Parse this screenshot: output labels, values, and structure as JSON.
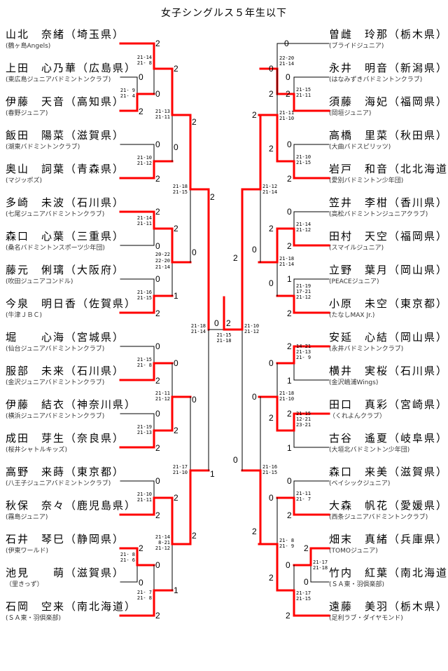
{
  "title": "女子シングルス５年生以下",
  "colors": {
    "winner_line": "#ff0000",
    "line": "#000000"
  },
  "left_players": [
    {
      "name": "山北　奈緒",
      "pref": "（埼玉県）",
      "club": "(鶴ヶ島Angels)"
    },
    {
      "name": "上田　心乃華",
      "pref": "（広島県）",
      "club": "(東広島ジュニアバドミントンクラブ)"
    },
    {
      "name": "伊藤　天音",
      "pref": "（高知県）",
      "club": "(春野ジュニア)"
    },
    {
      "name": "飯田　陽菜",
      "pref": "（滋賀県）",
      "club": "(湖東バドミントンクラブ)"
    },
    {
      "name": "奥山　詞葉",
      "pref": "（青森県）",
      "club": "(マジッポズ)"
    },
    {
      "name": "多崎　未波",
      "pref": "（石川県）",
      "club": "(七尾ジュニアバドミントンクラブ)"
    },
    {
      "name": "森口　心葉",
      "pref": "（三重県）",
      "club": "(桑名バドミントンスポーツ少年団)"
    },
    {
      "name": "藤元　俐璃",
      "pref": "（大阪府）",
      "club": "(吹田ジュニアコンドル)"
    },
    {
      "name": "今泉　明日香",
      "pref": "（佐賀県）",
      "club": "(牛津ＪＢＣ)"
    },
    {
      "name": "堀　　心海",
      "pref": "（宮城県）",
      "club": "(仙台ジュニアバドミントンクラブ)"
    },
    {
      "name": "服部　未来",
      "pref": "（石川県）",
      "club": "(金沢ジュニアバドミントンクラブ)"
    },
    {
      "name": "伊藤　結衣",
      "pref": "（神奈川県）",
      "club": "(横浜ジュニアバドミントンクラブ)"
    },
    {
      "name": "成田　芽生",
      "pref": "（奈良県）",
      "club": "(桜井シャトルキッズ)"
    },
    {
      "name": "高野　来蒔",
      "pref": "（東京都）",
      "club": "(八王子ジュニアバドミントンクラブ)"
    },
    {
      "name": "秋保　奈々",
      "pref": "（鹿児島県）",
      "club": "(霧島ジュニア)"
    },
    {
      "name": "石井　琴巳",
      "pref": "（静岡県）",
      "club": "(伊東ワールド)"
    },
    {
      "name": "池見　　萌",
      "pref": "（滋賀県）",
      "club": "（里きっず）"
    },
    {
      "name": "石岡　空来",
      "pref": "（南北海道）",
      "club": "(ＳＡ東・羽倶楽部)"
    }
  ],
  "right_players": [
    {
      "name": "曽雌　玲那",
      "pref": "（栃木県）",
      "club": "(ブライドジュニア)"
    },
    {
      "name": "永井　明音",
      "pref": "（新潟県）",
      "club": "(はなみずきバドミントンクラブ)"
    },
    {
      "name": "須藤　海妃",
      "pref": "（福岡県）",
      "club": "(岡垣ジュニア)"
    },
    {
      "name": "高橋　里菜",
      "pref": "（秋田県）",
      "club": "(大曲バドスピリッツ)"
    },
    {
      "name": "岩戸　和音",
      "pref": "（北北海道）",
      "club": "(愛別バドミントン少年団)"
    },
    {
      "name": "笠井　李柑",
      "pref": "（香川県）",
      "club": "(高松バドミントンジュニアクラブ)"
    },
    {
      "name": "田村　天空",
      "pref": "（福岡県）",
      "club": "(スマイルジュニア)"
    },
    {
      "name": "立野　葉月",
      "pref": "（岡山県）",
      "club": "(PEACEジュニア)"
    },
    {
      "name": "小原　未空",
      "pref": "（東京都）",
      "club": "(たなしMAX Jr.)"
    },
    {
      "name": "安延　心結",
      "pref": "（岡山県）",
      "club": "(永井バドミントンクラブ)"
    },
    {
      "name": "横井　実桜",
      "pref": "（石川県）",
      "club": "(金沢嶋浦Wings)"
    },
    {
      "name": "田口　真彩",
      "pref": "（宮崎県）",
      "club": "（くれよんクラブ）"
    },
    {
      "name": "古谷　遙夏",
      "pref": "（岐阜県）",
      "club": "(大垣北バドミントン少年団)"
    },
    {
      "name": "森口　来美",
      "pref": "（滋賀県）",
      "club": "(ベイシックジュニア)"
    },
    {
      "name": "大森　帆花",
      "pref": "（愛媛県）",
      "club": "(西条ジュニアバドミントンクラブ)"
    },
    {
      "name": "畑末　真緒",
      "pref": "（兵庫県）",
      "club": "(TOMOジュニア)"
    },
    {
      "name": "竹内　紅葉",
      "pref": "（南北海道）",
      "club": "(ＳＡ東・羽倶楽部)"
    },
    {
      "name": "遠藤　美羽",
      "pref": "（栃木県）",
      "club": "(足利ラブ・ダイヤモンド)"
    }
  ],
  "matches": {
    "left": [
      {
        "id": "L1a",
        "games_top": "0",
        "games_bot": "2",
        "scores": [
          "21- 9",
          "21- 4"
        ]
      },
      {
        "id": "L1b",
        "games_top": "2",
        "games_bot": "0",
        "scores": [
          "21-14",
          "21- 8"
        ]
      },
      {
        "id": "L2",
        "games_top": "0",
        "games_bot": "2",
        "scores": [
          "21-10",
          "21-12"
        ]
      },
      {
        "id": "L3",
        "games_top": "2",
        "games_bot": "0",
        "scores": [
          "21-14",
          "21-11"
        ]
      },
      {
        "id": "L4",
        "games_top": "0",
        "games_bot": "2",
        "scores": [
          "21-16",
          "21-15"
        ]
      },
      {
        "id": "L5",
        "games_top": "0",
        "games_bot": "2",
        "scores": [
          "21-15",
          "21- 8"
        ]
      },
      {
        "id": "L6",
        "games_top": "0",
        "games_bot": "2",
        "scores": [
          "21-19",
          "21-13"
        ]
      },
      {
        "id": "L7",
        "games_top": "0",
        "games_bot": "2",
        "scores": [
          "21-10",
          "21-11"
        ]
      },
      {
        "id": "L8a",
        "games_top": "2",
        "games_bot": "0",
        "scores": [
          "21- 8",
          "21- 6"
        ]
      },
      {
        "id": "L8b",
        "games_top": "0",
        "games_bot": "2",
        "scores": [
          "21- 7",
          "21- 8"
        ]
      },
      {
        "id": "LQ1",
        "games_top": "2",
        "games_bot": "0",
        "scores": [
          "21-13",
          "21-11"
        ]
      },
      {
        "id": "LQ2",
        "games_top": "2",
        "games_bot": "1",
        "scores": [
          "20-22",
          "22-20",
          "21-14"
        ]
      },
      {
        "id": "LQ3",
        "games_top": "0",
        "games_bot": "2",
        "scores": [
          "21-11",
          "21-12"
        ]
      },
      {
        "id": "LQ4",
        "games_top": "2",
        "games_bot": "1",
        "scores": [
          "21-14",
          "8-21",
          "21-12"
        ]
      },
      {
        "id": "LS1",
        "games_top": "2",
        "games_bot": "0",
        "scores": [
          "21-18",
          "21-15"
        ]
      },
      {
        "id": "LS2",
        "games_top": "0",
        "games_bot": "2",
        "scores": [
          "21-17",
          "21-10"
        ]
      },
      {
        "id": "LF",
        "games_top": "2",
        "games_bot": "1",
        "scores": [
          "21-18",
          "21-14"
        ]
      }
    ],
    "right": [
      {
        "id": "R1a",
        "games_top": "0",
        "games_bot": "2",
        "scores": [
          "21-15",
          "21-11"
        ]
      },
      {
        "id": "R1b",
        "games_top": "0",
        "games_bot": "2",
        "scores": [
          "22-20",
          "21-14"
        ]
      },
      {
        "id": "R2",
        "games_top": "0",
        "games_bot": "2",
        "scores": [
          "21-10",
          "21-15"
        ]
      },
      {
        "id": "R3",
        "games_top": "0",
        "games_bot": "2",
        "scores": [
          "21-14",
          "21-12"
        ]
      },
      {
        "id": "R4",
        "games_top": "1",
        "games_bot": "2",
        "scores": [
          "21-19",
          "17-21",
          "21-12"
        ]
      },
      {
        "id": "R5",
        "games_top": "2",
        "games_bot": "1",
        "scores": [
          "14-21",
          "21-13",
          "21- 9"
        ]
      },
      {
        "id": "R6",
        "games_top": "2",
        "games_bot": "1",
        "scores": [
          "21-15",
          "12-21",
          "23-21"
        ]
      },
      {
        "id": "R7",
        "games_top": "0",
        "games_bot": "2",
        "scores": [
          "21-11",
          "21- 7"
        ]
      },
      {
        "id": "R8a",
        "games_top": "2",
        "games_bot": "0",
        "scores": [
          "21-17",
          "21-18"
        ]
      },
      {
        "id": "R8b",
        "games_top": "0",
        "games_bot": "2",
        "scores": [
          "21-17",
          "21-15"
        ]
      },
      {
        "id": "RQ1",
        "games_top": "0",
        "games_bot": "2",
        "scores": [
          "21-11",
          "21-10"
        ]
      },
      {
        "id": "RQ2",
        "games_top": "2",
        "games_bot": "0",
        "scores": [
          "21-18",
          "21-14"
        ]
      },
      {
        "id": "RQ3",
        "games_top": "0",
        "games_bot": "2",
        "scores": [
          "21-18",
          "21-10"
        ]
      },
      {
        "id": "RQ4",
        "games_top": "0",
        "games_bot": "2",
        "scores": [
          "21- 8",
          "21- 9"
        ]
      },
      {
        "id": "RS1",
        "games_top": "2",
        "games_bot": "0",
        "scores": [
          "21-12",
          "21-14"
        ]
      },
      {
        "id": "RS2",
        "games_top": "0",
        "games_bot": "2",
        "scores": [
          "21-16",
          "21-15"
        ]
      },
      {
        "id": "RF",
        "games_top": "2",
        "games_bot": "0",
        "scores": [
          "21-10",
          "21-12"
        ]
      }
    ],
    "final": {
      "games_left": "0",
      "games_right": "2",
      "scores": [
        "21-15",
        "21-18"
      ]
    }
  }
}
